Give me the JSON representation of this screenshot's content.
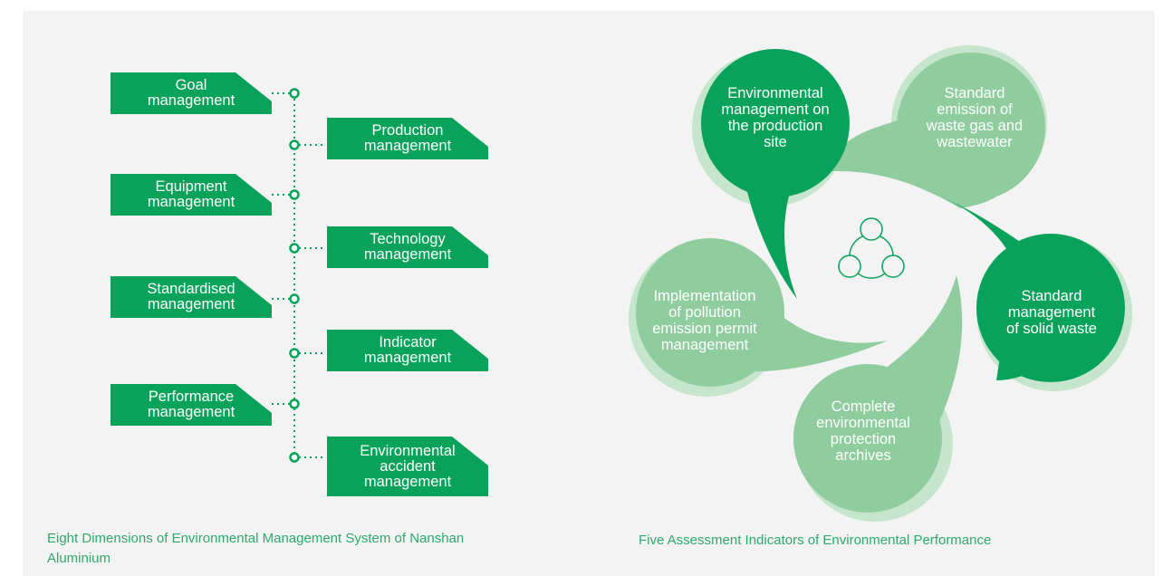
{
  "left_diagram": {
    "items": [
      {
        "text": "Goal\nmanagement",
        "side": "left"
      },
      {
        "text": "Production\nmanagement",
        "side": "right"
      },
      {
        "text": "Equipment\nmanagement",
        "side": "left"
      },
      {
        "text": "Technology\nmanagement",
        "side": "right"
      },
      {
        "text": "Standardised\nmanagement",
        "side": "left"
      },
      {
        "text": "Indicator\nmanagement",
        "side": "right"
      },
      {
        "text": "Performance\nmanagement",
        "side": "left"
      },
      {
        "text": "Environmental\naccident\nmanagement",
        "side": "right"
      }
    ],
    "caption": "Eight Dimensions of Environmental Management System of Nanshan Aluminium"
  },
  "right_diagram": {
    "petals": [
      {
        "text": "Environmental\nmanagement on\nthe production\nsite"
      },
      {
        "text": "Standard\nemission of\nwaste gas and\nwastewater"
      },
      {
        "text": "Standard\nmanagement\nof solid waste"
      },
      {
        "text": "Complete\nenvironmental\nprotection\narchives"
      },
      {
        "text": "Implementation\nof pollution\nemission permit\nmanagement"
      }
    ],
    "center_icon": "people-circle-icon",
    "caption": "Five Assessment Indicators of Environmental Performance"
  },
  "colors": {
    "dark_green": "#08a25a",
    "light_green": "#8fcd9e",
    "shadow_green": "#c5e6cc",
    "caption": "#2fa96b",
    "background": "#f3f3f3"
  }
}
